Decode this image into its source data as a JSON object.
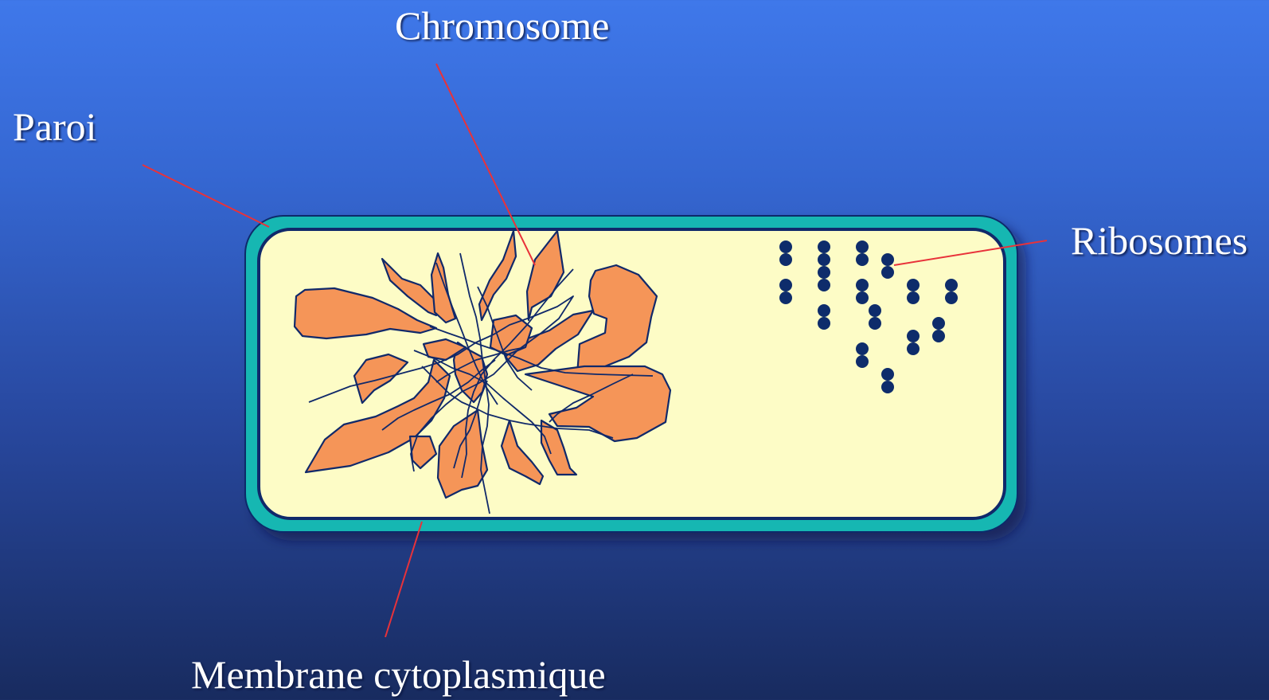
{
  "diagram": {
    "labels": {
      "chromosome": "Chromosome",
      "paroi": "Paroi",
      "ribosomes": "Ribosomes",
      "membrane": "Membrane cytoplasmique"
    },
    "colors": {
      "cell_wall": "#13b7b2",
      "cytoplasm": "#fdfcc6",
      "outline": "#10296a",
      "chromosome_fill": "#f59558",
      "ribosome": "#0e2c6b",
      "leader_line": "#e8323a",
      "label_text": "#ffffff"
    },
    "parts": [
      "cell-wall",
      "cytoplasmic-membrane",
      "chromosome",
      "ribosomes"
    ]
  }
}
